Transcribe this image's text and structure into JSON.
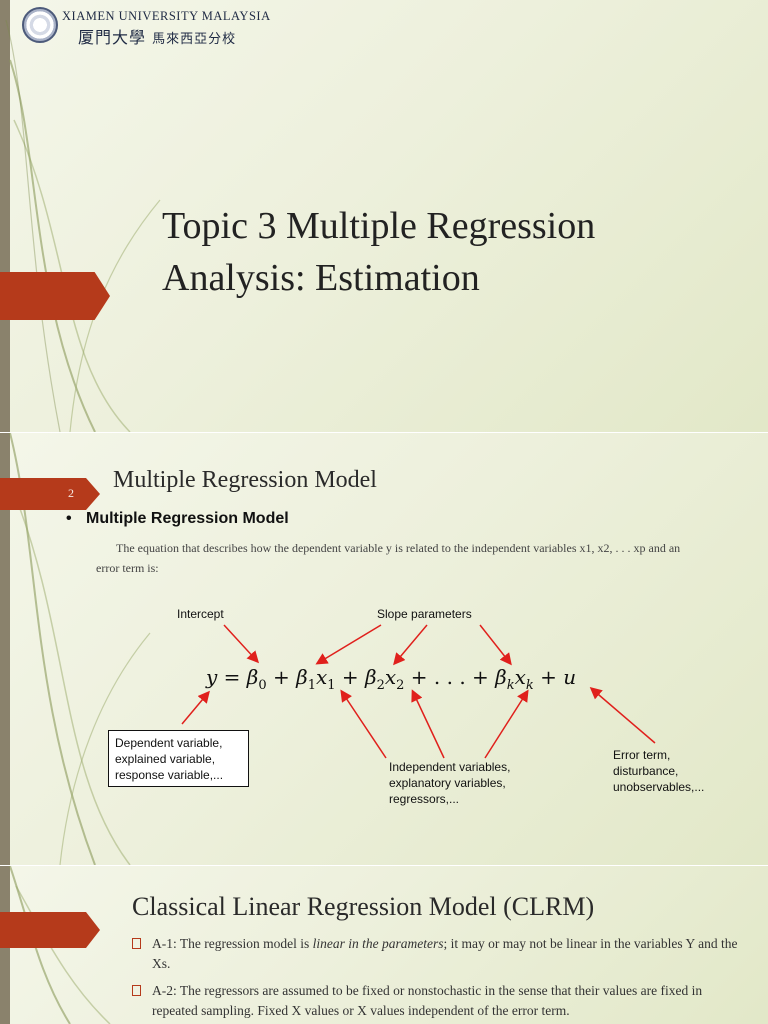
{
  "slide1": {
    "university_en": "XIAMEN UNIVERSITY MALAYSIA",
    "university_cn_main": "厦門大學",
    "university_cn_sub": "馬來西亞分校",
    "title_line1": "Topic 3 Multiple Regression",
    "title_line2": "Analysis: Estimation"
  },
  "slide2": {
    "slide_number": "2",
    "title": "Multiple Regression Model",
    "bullet": "Multiple Regression Model",
    "description": "The equation that describes how the dependent variable y is related to the independent variables x1, x2, . . . xp and an error term is:",
    "labels": {
      "intercept": "Intercept",
      "slope": "Slope parameters",
      "dependent": "Dependent variable, explained variable, response variable,...",
      "independent": "Independent variables, explanatory variables, regressors,...",
      "error": "Error term, disturbance, unobservables,..."
    }
  },
  "slide3": {
    "title": "Classical Linear Regression Model (CLRM)",
    "item1_a": "A-1: The regression model is ",
    "item1_italic": "linear in the parameters",
    "item1_b": "; it may or may not be linear in the variables Y and the Xs.",
    "item2": "A-2: The regressors are assumed to be fixed or nonstochastic in the sense that their values are fixed in repeated sampling. Fixed X values or X values independent of the error term."
  },
  "colors": {
    "accent": "#b53a1b",
    "background": "#edf0dc",
    "arrow": "#e0201c"
  }
}
